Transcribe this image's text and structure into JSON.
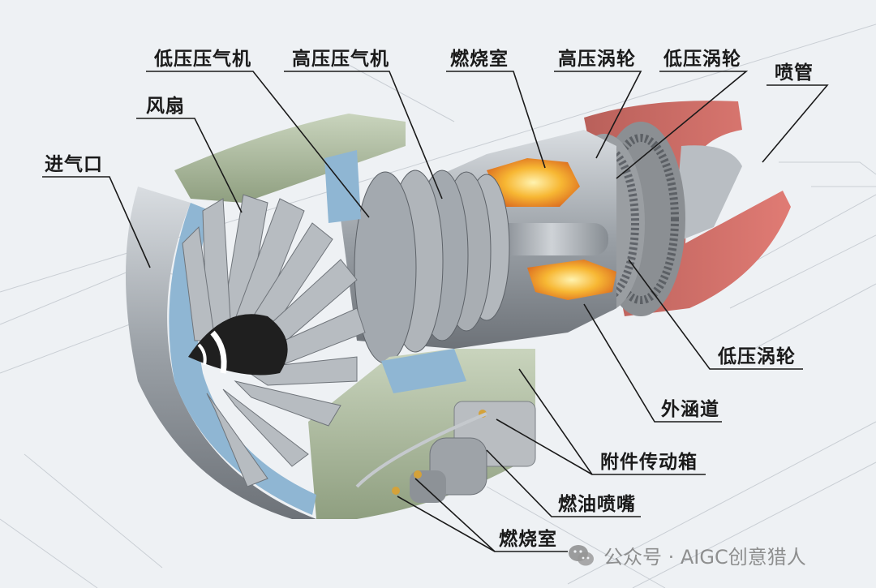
{
  "diagram": {
    "subject": "Turbofan jet engine cutaway",
    "background_color": "#eef1f4",
    "colors": {
      "nacelle_green": "#a9b89a",
      "casing_blue": "#8fb6d3",
      "metal_gray": "#9aa0a6",
      "spinner_black": "#1c1c1c",
      "combustion_orange": "#f5a623",
      "nozzle_red": "#c8534f"
    },
    "labels": [
      {
        "id": "inlet",
        "text": "进气口"
      },
      {
        "id": "fan",
        "text": "风扇"
      },
      {
        "id": "lp_compressor",
        "text": "低压压气机"
      },
      {
        "id": "hp_compressor",
        "text": "高压压气机"
      },
      {
        "id": "combustor_top",
        "text": "燃烧室"
      },
      {
        "id": "hp_turbine",
        "text": "高压涡轮"
      },
      {
        "id": "lp_turbine_top",
        "text": "低压涡轮"
      },
      {
        "id": "nozzle",
        "text": "喷管"
      },
      {
        "id": "lp_turbine_right",
        "text": "低压涡轮"
      },
      {
        "id": "bypass_duct",
        "text": "外涵道"
      },
      {
        "id": "accessory_gearbox",
        "text": "附件传动箱"
      },
      {
        "id": "fuel_nozzle",
        "text": "燃油喷嘴"
      },
      {
        "id": "combustor_bottom",
        "text": "燃烧室"
      }
    ],
    "watermark": {
      "icon": "wechat-icon",
      "text": "公众号 · AIGC创意猎人"
    }
  }
}
